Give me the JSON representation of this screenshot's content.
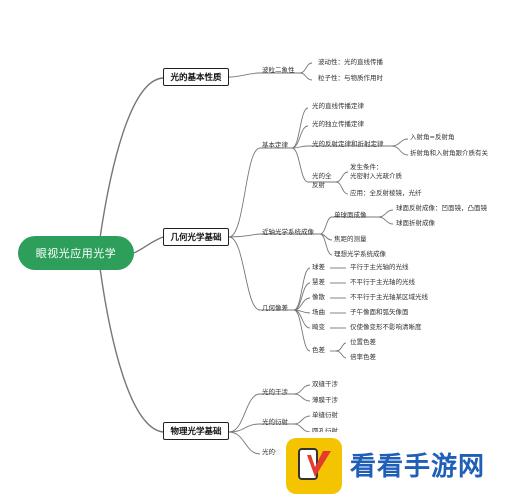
{
  "root": "眼视光应用光学",
  "main_nodes": {
    "basic": "光的基本性质",
    "geometric": "几何光学基础",
    "physical": "物理光学基础"
  },
  "basic": {
    "duality": "波粒二象性",
    "wave": "波动性：光的直线传播",
    "particle": "粒子性：与物质作用时"
  },
  "geo": {
    "laws": "基本定律",
    "law1": "光的直线传播定律",
    "law2": "光的独立传播定律",
    "law3": "光的反射定律和折射定律",
    "incidence": "入射角=反射角",
    "refraction": "折射角和入射角跟介质有关",
    "total": "光的全\n反射",
    "condition": "发生条件：\n光密射入光疏介质",
    "application": "应用：全反射棱镜，光纤",
    "paraxial": "近轴光学系统成像",
    "single": "单球面成像",
    "mirror": "球面反射成像：凹面镜，凸面镜",
    "refract_img": "球面折射成像",
    "focal": "焦距的测量",
    "ideal": "理想光学系统成像",
    "aberration": "几何像差",
    "spherical": "球差",
    "spherical_d": "平行于主光轴的光线",
    "coma": "慧差",
    "coma_d": "不平行于主光轴的光线",
    "astig": "像散",
    "astig_d": "不平行于主光轴某区域光线",
    "curvature": "场曲",
    "curvature_d": "子午像面和弧矢像面",
    "distortion": "畸变",
    "distortion_d": "仅使像变形不影响清晰度",
    "chromatic": "色差",
    "position": "位置色差",
    "magnification": "倍率色差"
  },
  "phys": {
    "interference": "光的干涉",
    "double_slit": "双缝干涉",
    "thin_film": "薄膜干涉",
    "diffraction": "光的衍射",
    "single_slit": "单缝衍射",
    "circular": "圆孔衍射",
    "polarization": "光的偏"
  },
  "watermark": {
    "text": "看看手游网"
  },
  "colors": {
    "root_bg": "#2e9e5b",
    "line": "#666666",
    "brand_blue": "#1f5fb8",
    "logo_yellow": "#f5c400",
    "logo_red": "#e43b2f"
  }
}
